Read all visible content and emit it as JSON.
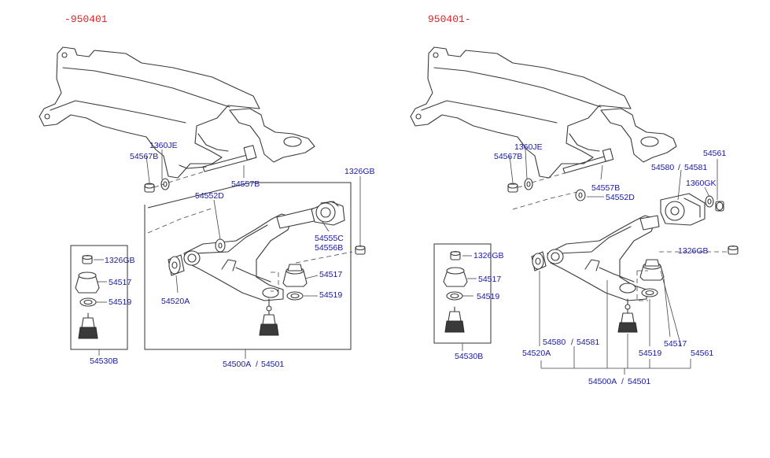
{
  "colors": {
    "header": "#dd2222",
    "label": "#1a1a9a",
    "line": "#3a3a3a"
  },
  "left": {
    "header": "-950401",
    "labels": {
      "l1360je": "1360JE",
      "l54567b": "54567B",
      "l54557b": "54557B",
      "l54552d": "54552D",
      "l1326gb_top": "1326GB",
      "l54555c": "54555C",
      "l54556b": "54556B",
      "l54517_r": "54517",
      "l54519_r": "54519",
      "l54520a": "54520A",
      "l54500a": "54500A",
      "l54501": "54501",
      "l1326gb_box": "1326GB",
      "l54517_box": "54517",
      "l54519_box": "54519",
      "l54530b": "54530B",
      "slash": "/"
    }
  },
  "right": {
    "header": "950401-",
    "labels": {
      "l1360je": "1360JE",
      "l54567b": "54567B",
      "l54557b": "54557B",
      "l54552d": "54552D",
      "l54561_top": "54561",
      "l54580_top": "54580",
      "l54581_top": "54581",
      "l1360gk": "1360GK",
      "l1326gb_r": "1326GB",
      "l1326gb_box": "1326GB",
      "l54517_box": "54517",
      "l54519_box": "54519",
      "l54530b": "54530B",
      "l54580_bot": "54580",
      "l54581_bot": "54581",
      "l54520a": "54520A",
      "l54517_bot": "54517",
      "l54519_bot": "54519",
      "l54561_bot": "54561",
      "l54500a": "54500A",
      "l54501": "54501",
      "slash": "/"
    }
  }
}
